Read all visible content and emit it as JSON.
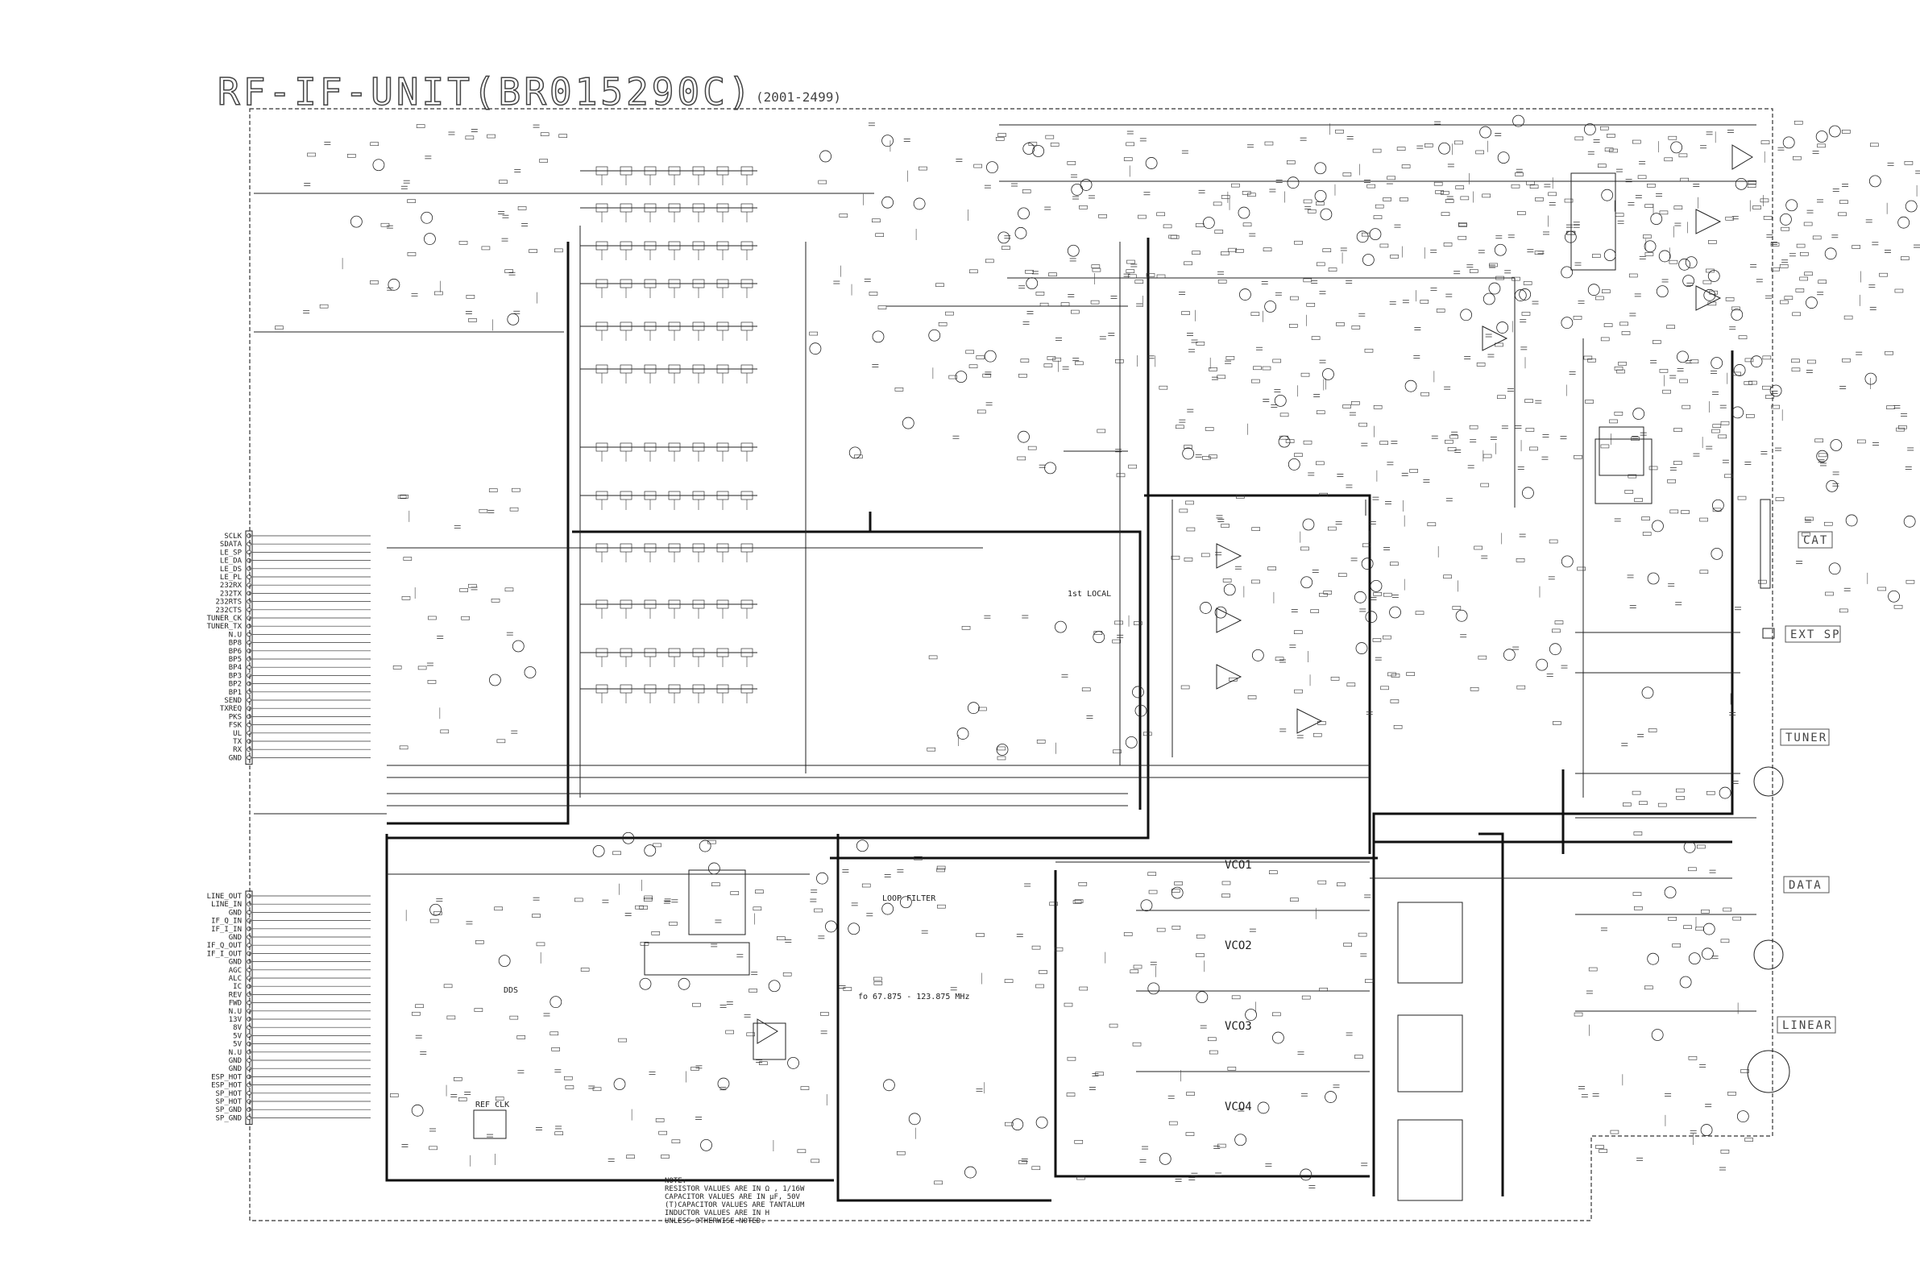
{
  "title": "RF-IF-UNIT(BR015290C)",
  "subtitle": "(2001-2499)",
  "connector_tabs": [
    "CAT",
    "EXT SP",
    "TUNER",
    "DATA",
    "LINEAR"
  ],
  "vco_labels": [
    "VCO1",
    "VCO2",
    "VCO3",
    "VCO4"
  ],
  "section_labels": {
    "loop_filter": "LOOP FILTER",
    "fo_range": "fo 67.875 - 123.875 MHz",
    "ref_clk": "REF CLK",
    "dds": "DDS",
    "local_1st": "1st LOCAL"
  },
  "connector_pins_upper": [
    "SCLK",
    "SDATA",
    "LE_SP",
    "LE_DA",
    "LE_DS",
    "LE_PL",
    "232RX",
    "232TX",
    "232RTS",
    "232CTS",
    "TUNER_CK",
    "TUNER_TX",
    "N.U",
    "BP8",
    "BP6",
    "BP5",
    "BP4",
    "BP3",
    "BP2",
    "BP1",
    "SEND",
    "TXREQ",
    "PKS",
    "FSK",
    "UL",
    "TX",
    "RX",
    "GND"
  ],
  "connector_pins_lower": [
    "LINE_OUT",
    "LINE_IN",
    "GND",
    "IF_Q_IN",
    "IF_I_IN",
    "GND",
    "IF_Q_OUT",
    "IF_I_OUT",
    "GND",
    "AGC",
    "ALC",
    "IC",
    "REV",
    "FWD",
    "N.U",
    "13V",
    "8V",
    "5V",
    "5V",
    "N.U",
    "GND",
    "GND",
    "ESP_HOT",
    "ESP_HOT",
    "SP_HOT",
    "SP_HOT",
    "SP_GND",
    "SP_GND"
  ],
  "note_lines": [
    "NOTE:",
    "RESISTOR VALUES ARE IN Ω , 1/16W",
    "CAPACITOR VALUES ARE IN μF, 50V",
    "(T)CAPACITOR VALUES ARE TANTALUM",
    "INDUCTOR VALUES ARE IN H",
    "UNLESS OTHERWISE NOTED."
  ]
}
